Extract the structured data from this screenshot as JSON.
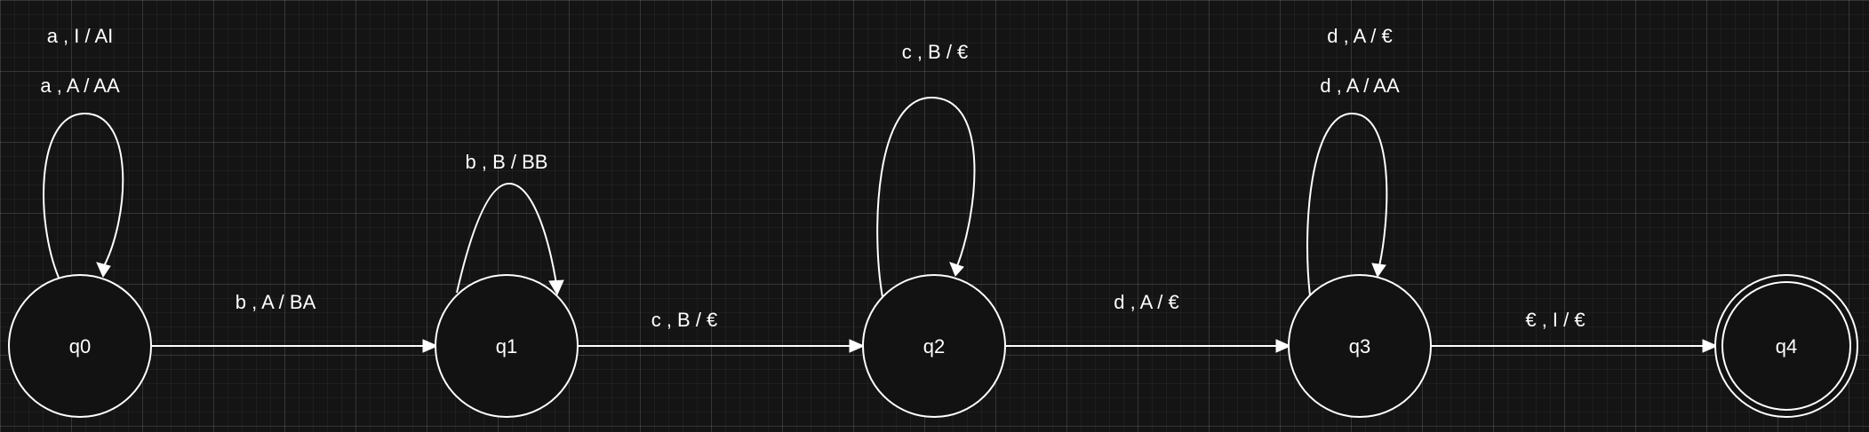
{
  "diagram": {
    "colors": {
      "background": "#141414",
      "stroke": "#ffffff",
      "state_fill": "#121212",
      "text": "#ffffff"
    },
    "states": [
      {
        "id": "q0",
        "label": "q0",
        "accepting": false
      },
      {
        "id": "q1",
        "label": "q1",
        "accepting": false
      },
      {
        "id": "q2",
        "label": "q2",
        "accepting": false
      },
      {
        "id": "q3",
        "label": "q3",
        "accepting": false
      },
      {
        "id": "q4",
        "label": "q4",
        "accepting": true
      }
    ],
    "transitions": [
      {
        "from": "q0",
        "to": "q0",
        "labels": [
          "a , I  /  AI",
          "a , A  /  AA"
        ]
      },
      {
        "from": "q0",
        "to": "q1",
        "labels": [
          "b , A  /  BA"
        ]
      },
      {
        "from": "q1",
        "to": "q1",
        "labels": [
          "b , B  /  BB"
        ]
      },
      {
        "from": "q1",
        "to": "q2",
        "labels": [
          "c , B  /  €"
        ]
      },
      {
        "from": "q2",
        "to": "q2",
        "labels": [
          "c , B  /  €"
        ]
      },
      {
        "from": "q2",
        "to": "q3",
        "labels": [
          "d , A   /  €"
        ]
      },
      {
        "from": "q3",
        "to": "q3",
        "labels": [
          "d , A  /  €",
          "d , A  /  AA"
        ]
      },
      {
        "from": "q3",
        "to": "q4",
        "labels": [
          "€ , I  /  €"
        ]
      }
    ]
  }
}
